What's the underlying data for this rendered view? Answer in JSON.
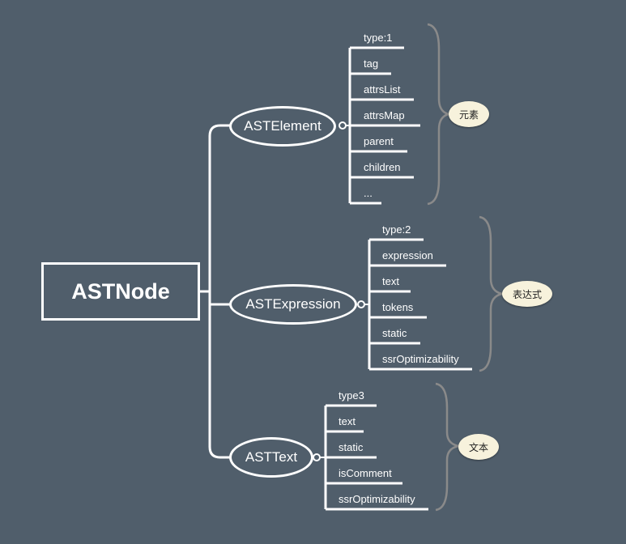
{
  "root": {
    "label": "ASTNode"
  },
  "branches": [
    {
      "label": "ASTElement",
      "fields": [
        "type:1",
        "tag",
        "attrsList",
        "attrsMap",
        "parent",
        "children",
        "..."
      ],
      "annotation": "元素"
    },
    {
      "label": "ASTExpression",
      "fields": [
        "type:2",
        "expression",
        "text",
        "tokens",
        "static",
        "ssrOptimizability"
      ],
      "annotation": "表达式"
    },
    {
      "label": "ASTText",
      "fields": [
        "type3",
        "text",
        "static",
        "isComment",
        "ssrOptimizability"
      ],
      "annotation": "文本"
    }
  ],
  "colors": {
    "background": "#505e6b",
    "line": "#ffffff",
    "brace": "#8a8a8a",
    "annotation_fill": "#f7f2dc"
  }
}
